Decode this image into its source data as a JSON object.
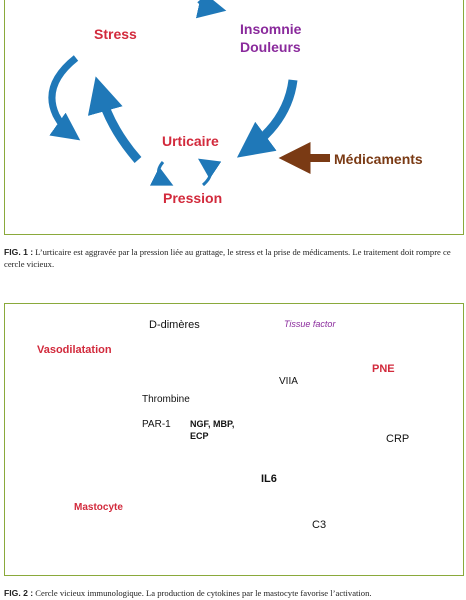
{
  "figure1": {
    "labels": {
      "stress": "Stress",
      "insomnie": "Insomnie",
      "douleurs": "Douleurs",
      "urticaire": "Urticaire",
      "pression": "Pression",
      "medicaments": "Médicaments"
    },
    "caption_label": "FIG. 1 :",
    "caption_text": "L’urticaire est aggravée par la pression liée au grattage, le stress et la prise de médicaments. Le traitement doit rompre ce cercle vicieux."
  },
  "figure2": {
    "labels": {
      "d_dimeres": "D-dimères",
      "tissue_factor": "Tissue factor",
      "vasodilatation": "Vasodilatation",
      "pne": "PNE",
      "viia": "VIIA",
      "thrombine": "Thrombine",
      "par1": "PAR-1",
      "ngf": "NGF, MBP,",
      "ecp": "ECP",
      "crp": "CRP",
      "il6": "IL6",
      "mastocyte": "Mastocyte",
      "c3": "C3"
    },
    "caption_label": "FIG. 2 :",
    "caption_text": "Cercle vicieux immunologique. La production de cytokines par le mastocyte favorise l’activation."
  },
  "colors": {
    "blue": "#1f78b8",
    "red": "#d22a3c",
    "purple": "#8a2a9c",
    "brown": "#7a3a14",
    "green": "#7fb33a",
    "border": "#8aa93b"
  }
}
